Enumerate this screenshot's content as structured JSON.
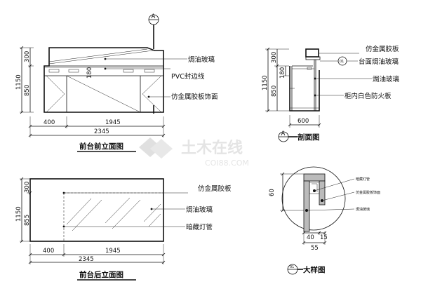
{
  "watermark": {
    "cn": "土木在线",
    "en": "COI88.COM"
  },
  "front": {
    "title": "前台前立面图",
    "section_mark": "A",
    "height_total": "1150",
    "height_top": "300",
    "height_bottom": "850",
    "height_mid": "180",
    "width_left": "400",
    "width_right": "1945",
    "width_total": "2345",
    "labels": [
      "焗油玻璃",
      "PVC封边线",
      "仿金属胶板饰面"
    ]
  },
  "section": {
    "title": "剖面图",
    "mark": "A",
    "detail_mark": "01",
    "height_total": "1150",
    "height_top": "300",
    "height_bottom": "850",
    "height_mid": "180",
    "width": "600",
    "labels": [
      "仿金属胶板",
      "台面焗油玻璃",
      "焗油玻璃",
      "柜内白色防火板"
    ]
  },
  "back": {
    "title": "前台后立面图",
    "height_total": "1150",
    "height_top": "300",
    "height_bottom": "855",
    "width_left": "400",
    "width_right": "1945",
    "width_total": "2345",
    "labels": [
      "仿金属胶板",
      "焗油玻璃",
      "暗藏灯管"
    ]
  },
  "detail": {
    "title": "大样图",
    "mark": "01",
    "dim_height": "60",
    "dim_a": "40",
    "dim_b": "15",
    "dim_total": "55",
    "labels": [
      "暗藏灯管",
      "仿金属胶板饰面",
      "焗油玻璃"
    ]
  }
}
